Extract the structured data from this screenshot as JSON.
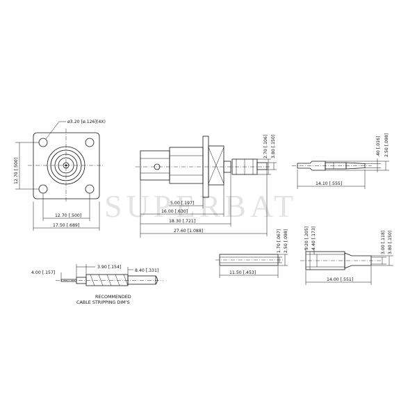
{
  "watermark": "SUPERBAT",
  "flange_view": {
    "hole_dim": "ø3.20 [ø.126](4X)",
    "height_dim": "12.70 [.500]",
    "hole_spacing_dim": "12.70 [.500]",
    "width_dim": "17.50 [.689]"
  },
  "side_view": {
    "dim_a": "2.70 [.106]",
    "dim_b": "3.80 [.150]",
    "dim_c": "5.00 [.197]",
    "dim_d": "16.00 [.630]",
    "dim_e": "18.30 [.721]",
    "dim_f": "27.60 [1.088]"
  },
  "contact_pin": {
    "dim_a": ".40 [.016]",
    "dim_b": "2.50 [.098]",
    "length_dim": "14.10 [.555]"
  },
  "stripping": {
    "dim_left": "4.00 [.157]",
    "dim_mid": "3.90 [.154]",
    "dim_right": "8.40 [.331]",
    "caption_line1": "RECOMMENDED",
    "caption_line2": "CABLE STRIPPING DIM'S"
  },
  "tube": {
    "dim_a": "1.70 [.067]",
    "dim_b": "2.50 [.098]",
    "length_dim": "11.50 [.453]"
  },
  "ferrule": {
    "dim_a": "5.20 [.205]",
    "dim_b": "4.40 [.173]",
    "dim_c": "3.00 [.118]",
    "dim_d": "3.80 [.150]",
    "length_dim": "14.00 [.551]"
  }
}
